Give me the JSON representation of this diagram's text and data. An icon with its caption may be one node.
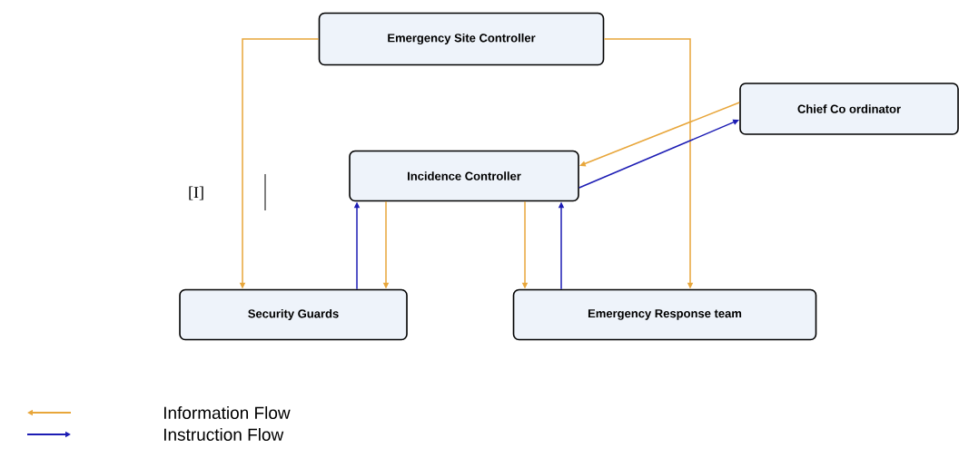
{
  "diagram": {
    "nodes": [
      {
        "text": [
          "Emergency Site Controller"
        ]
      },
      {
        "text": [
          "Chief Co ordinator"
        ]
      },
      {
        "text": [
          "Incidence Controller"
        ]
      },
      {
        "text": [
          "Security Guards"
        ]
      },
      {
        "text": [
          "Emergency Response team"
        ]
      }
    ],
    "edges": [
      {
        "from": 0,
        "to": 3,
        "arrow": "to"
      },
      {
        "from": 0,
        "to": 4,
        "arrow": "to"
      },
      {
        "from": 1,
        "to": 2,
        "arrow": "to"
      },
      {
        "from": 2,
        "to": 1,
        "arrow": "to",
        "color": "#1c1cb4"
      },
      {
        "from": 3,
        "to": 2,
        "arrow": "to",
        "color": "#1c1cb4"
      },
      {
        "from": 2,
        "to": 3,
        "arrow": "to"
      },
      {
        "from": 2,
        "to": 4,
        "arrow": "to"
      },
      {
        "from": 4,
        "to": 2,
        "arrow": "to",
        "color": "#1c1cb4"
      }
    ],
    "labels": [
      "[I]"
    ],
    "legend": [
      {
        "text": "Information Flow"
      },
      {
        "text": "Instruction   Flow"
      }
    ]
  }
}
